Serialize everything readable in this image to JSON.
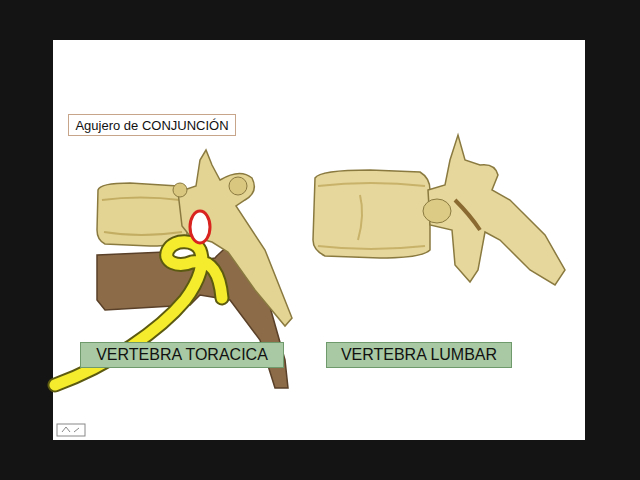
{
  "diagram": {
    "nodes": [
      {
        "text": [
          "Agujero de CONJUNCIÓN"
        ]
      },
      {
        "text": [
          "VERTEBRA TORACICA"
        ]
      },
      {
        "text": [
          "VERTEBRA LUMBAR"
        ]
      }
    ]
  }
}
